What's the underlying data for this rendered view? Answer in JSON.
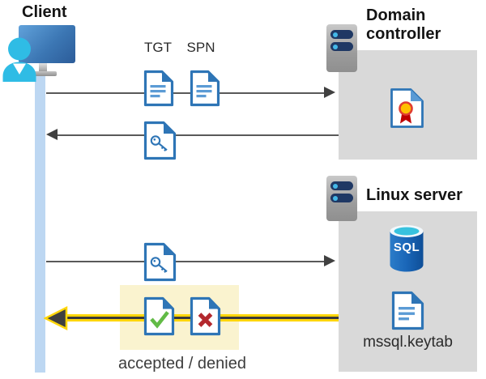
{
  "labels": {
    "client": "Client",
    "domain_controller": "Domain controller",
    "linux_server": "Linux server",
    "tgt": "TGT",
    "spn": "SPN",
    "sql": "SQL",
    "keytab_file": "mssql.keytab",
    "result": "accepted / denied"
  },
  "colors": {
    "document_blue": "#2E75B6",
    "document_line_blue": "#5B9BD5",
    "arrow_gray": "#595959",
    "arrowhead_dark": "#404040",
    "accent_yellow": "#FFD60A",
    "highlight_yellow_bg": "#FAF3CF",
    "panel_gray": "#D9D9D9",
    "lifeline_blue": "#BDD7F2",
    "client_cyan": "#2FBCE5",
    "monitor_blue": "#3C77B4",
    "server_slot_navy": "#1F3864",
    "server_dot_cyan": "#44B8E8",
    "sql_body_blue": "#1A66B8",
    "sql_top_cyan": "#38C2DE",
    "check_green": "#62BB46",
    "cross_red": "#B3282D",
    "certificate_gold": "#FFC000",
    "certificate_red": "#C00000"
  }
}
